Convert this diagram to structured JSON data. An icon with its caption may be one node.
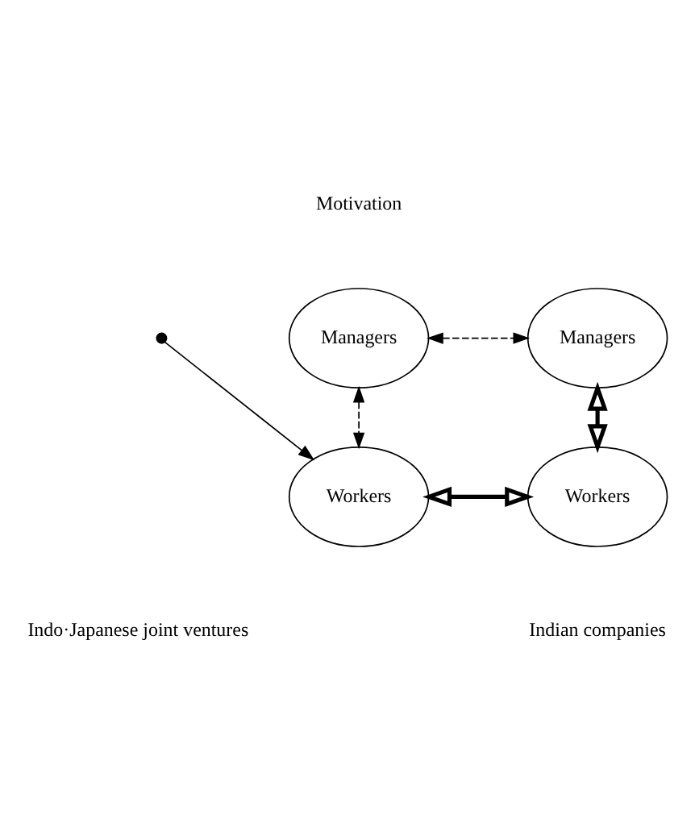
{
  "diagram": {
    "nodes": [
      {
        "text": [
          "Managers"
        ]
      },
      {
        "text": [
          "Workers"
        ]
      },
      {
        "text": [],
        "shape": "dot"
      },
      {
        "text": [
          "Managers"
        ]
      },
      {
        "text": [
          "Workers"
        ]
      }
    ],
    "edges": [
      {
        "from": 0,
        "to": 3,
        "arrow": "both",
        "style": "dashed"
      },
      {
        "from": 0,
        "to": 1,
        "arrow": "both",
        "style": "dashed"
      },
      {
        "from": 2,
        "to": 1,
        "arrow": "to"
      },
      {
        "from": 3,
        "to": 4,
        "arrow": "both",
        "style": "thick"
      },
      {
        "from": 1,
        "to": 4,
        "arrow": "both",
        "style": "thick"
      }
    ],
    "labels": [
      "Motivation",
      "Indo·Japanese joint ventures",
      "Indian companies"
    ]
  }
}
